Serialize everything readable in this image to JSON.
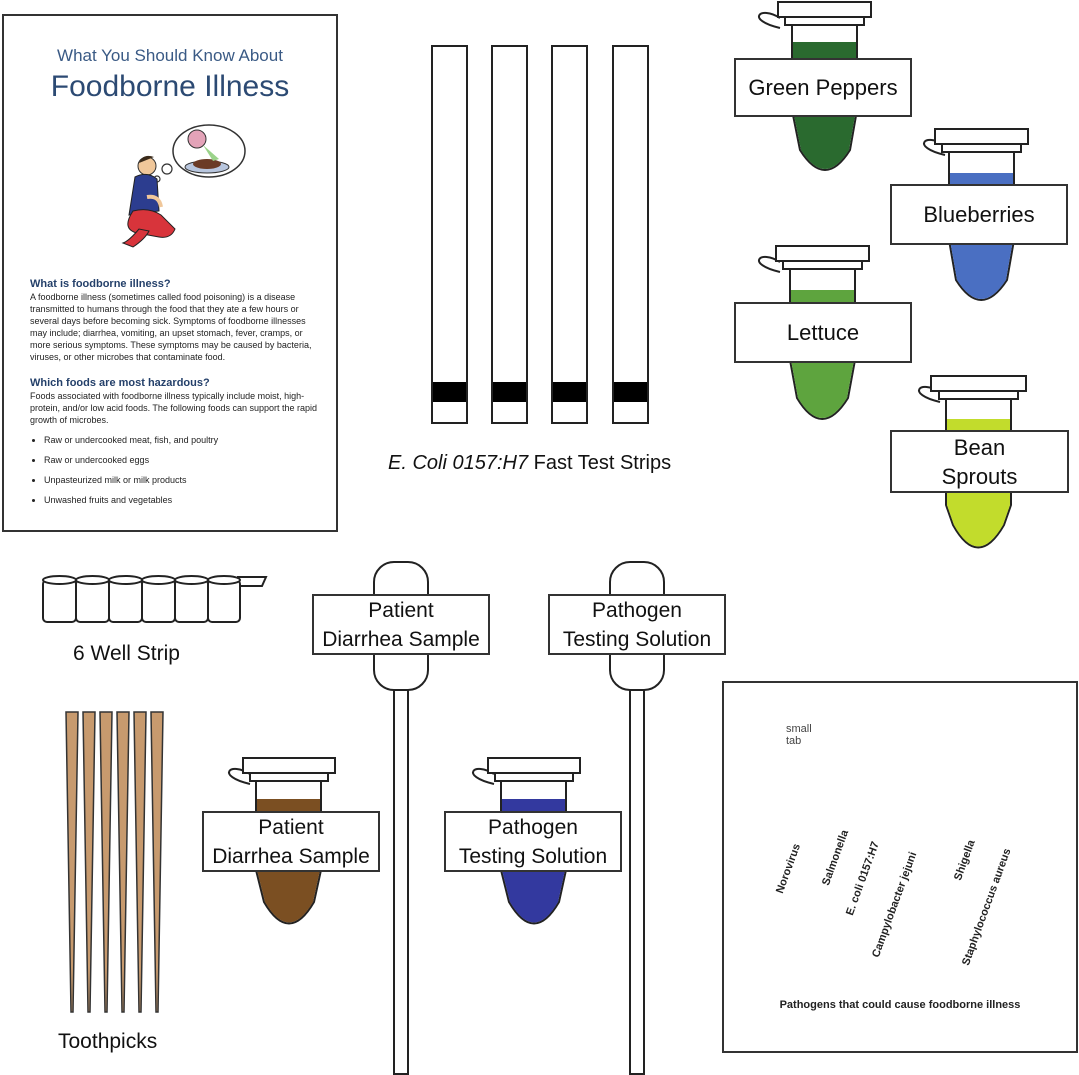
{
  "flyer": {
    "kicker": "What You Should Know About",
    "title": "Foodborne Illness",
    "section1_heading": "What is foodborne illness?",
    "section1_body": "A foodborne illness (sometimes called food poisoning) is a disease transmitted to humans through the food that they ate a few hours or several days before becoming sick.  Symptoms of foodborne illnesses may include; diarrhea, vomiting, an upset stomach, fever, cramps, or more serious symptoms.  These symptoms may be caused by bacteria, viruses, or other microbes that contaminate food.",
    "section2_heading": "Which foods are most hazardous?",
    "section2_body": "Foods associated with foodborne illness typically include moist, high-protein, and/or low acid foods.  The following foods can support the rapid growth of microbes.",
    "bullets": [
      "Raw or undercooked meat, fish, and poultry",
      "Raw or undercooked eggs",
      "Unpasteurized milk or milk products",
      "Unwashed fruits and vegetables"
    ]
  },
  "test_strips": {
    "caption_italic": "E. Coli 0157:H7",
    "caption_rest": " Fast Test Strips"
  },
  "tubes": {
    "green_peppers": {
      "label": "Green Peppers",
      "color": "#2a6a2f"
    },
    "blueberries": {
      "label": "Blueberries",
      "color": "#4a6fc2"
    },
    "lettuce": {
      "label": "Lettuce",
      "color": "#5ea43e"
    },
    "bean_sprouts": {
      "label_line1": "Bean",
      "label_line2": "Sprouts",
      "color": "#c2dc2c"
    },
    "patient_sample": {
      "label_line1": "Patient",
      "label_line2": "Diarrhea Sample",
      "color": "#7b4f22"
    },
    "testing_solution": {
      "label_line1": "Pathogen",
      "label_line2": "Testing Solution",
      "color": "#33399f"
    }
  },
  "pipettes": {
    "patient": {
      "label_line1": "Patient",
      "label_line2": "Diarrhea Sample"
    },
    "pathogen": {
      "label_line1": "Pathogen",
      "label_line2": "Testing Solution"
    }
  },
  "well_strip": {
    "caption": "6 Well Strip"
  },
  "toothpicks": {
    "caption": "Toothpicks",
    "color": "#c79a6e"
  },
  "key": {
    "tab_label": "small tab",
    "pathogens": [
      "Norovirus",
      "Salmonella",
      "E. coli 0157:H7",
      "Campylobacter jejuni",
      "Shigella",
      "Staphylococcus aureus"
    ],
    "caption": "Pathogens that could cause foodborne illness"
  }
}
